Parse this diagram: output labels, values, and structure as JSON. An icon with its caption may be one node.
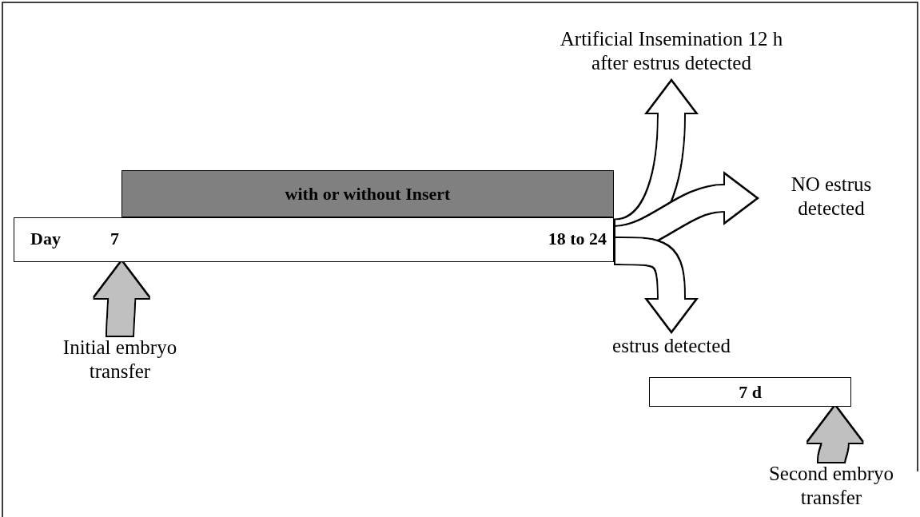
{
  "diagram": {
    "nodes": [
      {
        "text": [
          "with or without Insert"
        ]
      },
      {
        "text": [
          "Day",
          "7",
          "18 to 24"
        ]
      },
      {
        "text": [
          "Initial embryo transfer"
        ]
      },
      {
        "text": [
          "Artificial Insemination 12 h after estrus detected"
        ]
      },
      {
        "text": [
          "NO estrus detected"
        ]
      },
      {
        "text": [
          "estrus detected"
        ]
      },
      {
        "text": [
          "7 d"
        ]
      },
      {
        "text": [
          "Second embryo transfer"
        ]
      }
    ],
    "edges": [
      {
        "from": 2,
        "to": 1,
        "arrow": "to",
        "color": "#c0c0c0"
      },
      {
        "from": 1,
        "to": 3,
        "arrow": "to"
      },
      {
        "from": 1,
        "to": 4,
        "arrow": "to"
      },
      {
        "from": 1,
        "to": 5,
        "arrow": "to"
      },
      {
        "from": 7,
        "to": 6,
        "arrow": "to",
        "color": "#c0c0c0"
      }
    ]
  }
}
